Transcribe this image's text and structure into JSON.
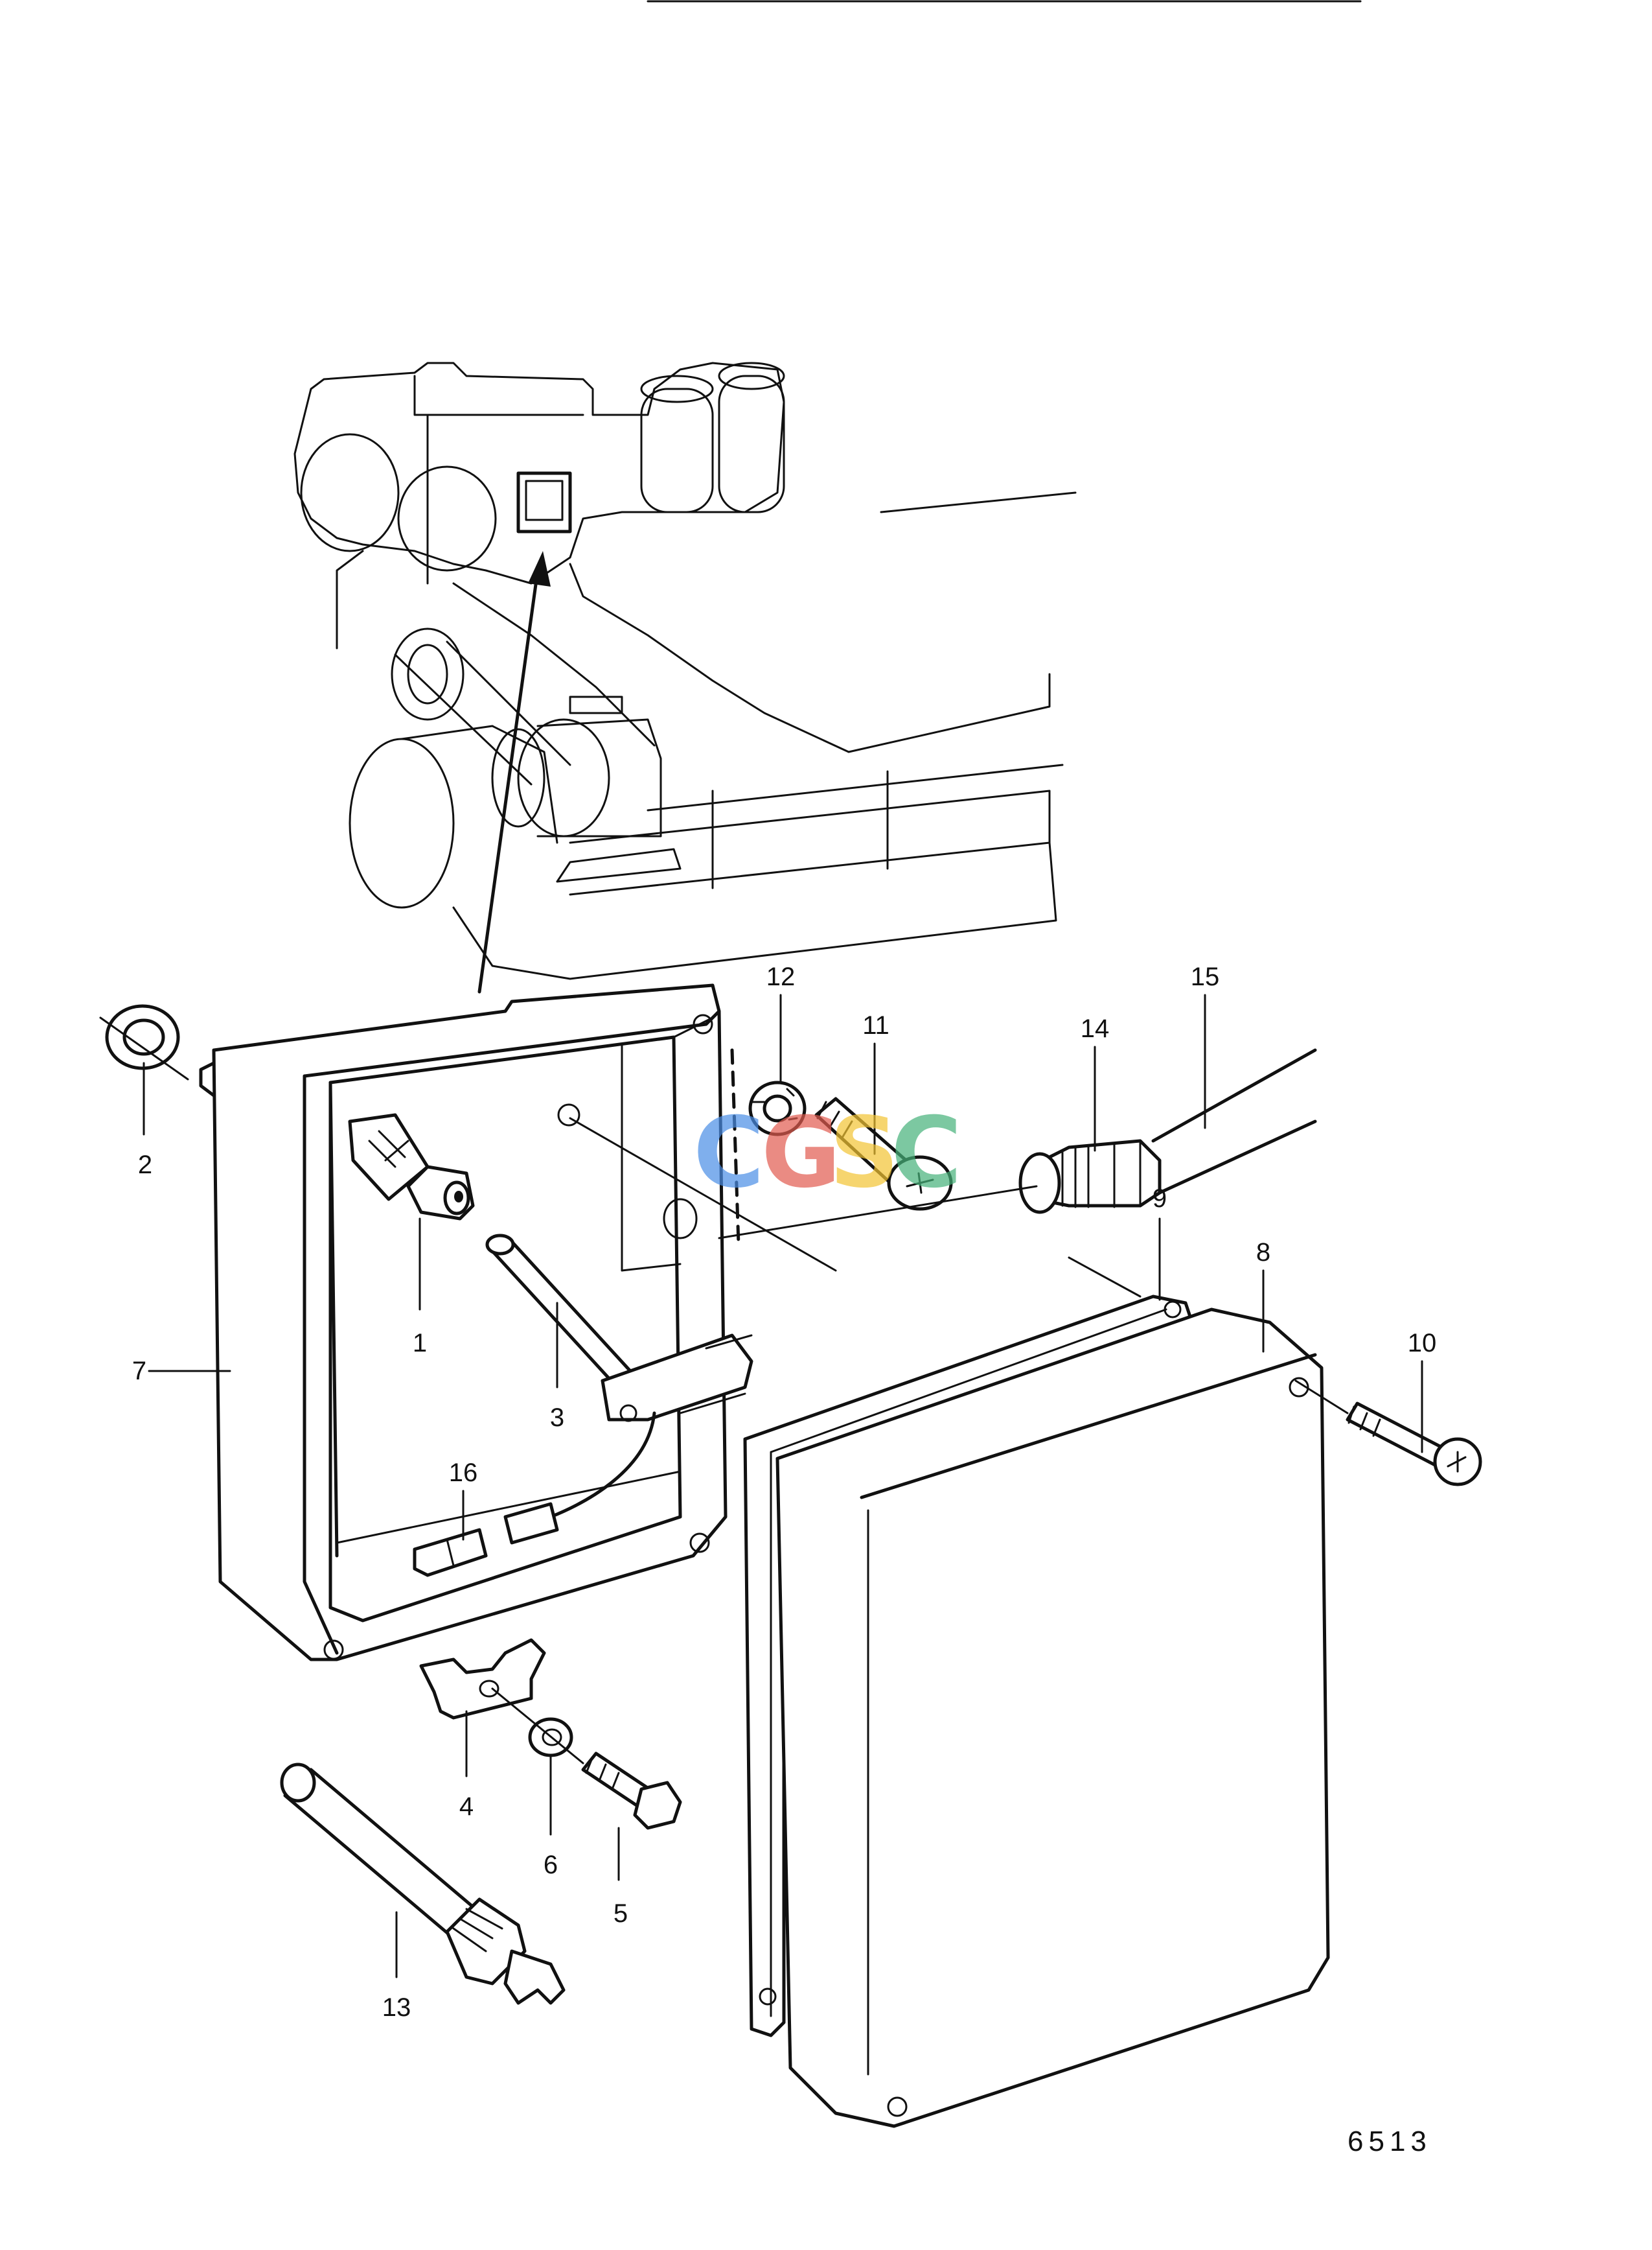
{
  "figure_number": "6513",
  "watermark": {
    "letters": [
      "C",
      "G",
      "S",
      "C"
    ],
    "colors": [
      "#4a8ee6",
      "#e25b4f",
      "#f3c433",
      "#46b27a"
    ]
  },
  "callouts": [
    {
      "id": "c1",
      "label": "1"
    },
    {
      "id": "c2",
      "label": "2"
    },
    {
      "id": "c3",
      "label": "3"
    },
    {
      "id": "c4",
      "label": "4"
    },
    {
      "id": "c5",
      "label": "5"
    },
    {
      "id": "c6",
      "label": "6"
    },
    {
      "id": "c7",
      "label": "7"
    },
    {
      "id": "c8",
      "label": "8"
    },
    {
      "id": "c9",
      "label": "9"
    },
    {
      "id": "c10",
      "label": "10"
    },
    {
      "id": "c11",
      "label": "11"
    },
    {
      "id": "c12",
      "label": "12"
    },
    {
      "id": "c13",
      "label": "13"
    },
    {
      "id": "c14",
      "label": "14"
    },
    {
      "id": "c15",
      "label": "15"
    },
    {
      "id": "c16",
      "label": "16"
    }
  ]
}
